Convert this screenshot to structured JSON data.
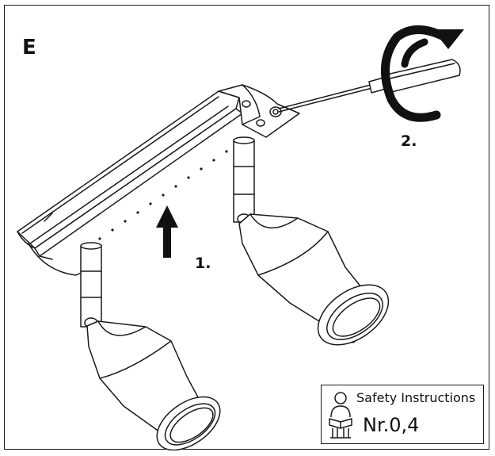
{
  "diagram": {
    "step_letter": "E",
    "callouts": [
      "1.",
      "2."
    ]
  },
  "safety_box": {
    "title": "Safety Instructions",
    "reference": "Nr.0,4",
    "icon": "person-reading-manual-icon"
  },
  "icons": {
    "arrow": "up-arrow-icon",
    "screwdriver": "screwdriver-icon",
    "rotation": "rotation-arrow-icon"
  }
}
